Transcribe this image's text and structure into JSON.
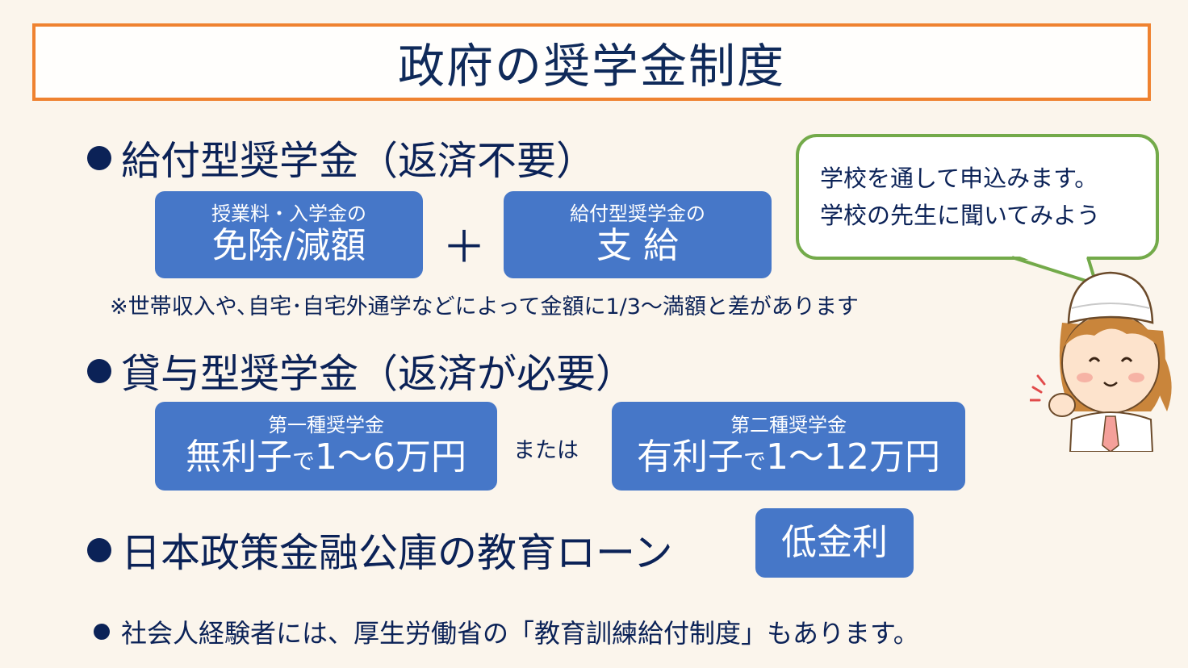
{
  "title": "政府の奨学金制度",
  "sections": {
    "grant": {
      "heading": "給付型奨学金（返済不要）",
      "box1": {
        "sub": "授業料・入学金の",
        "main": "免除/減額"
      },
      "plus": "＋",
      "box2": {
        "sub": "給付型奨学金の",
        "main": "支 給"
      },
      "note": "※世帯収入や､自宅･自宅外通学などによって金額に1/3～満額と差があります"
    },
    "loan": {
      "heading": "貸与型奨学金（返済が必要）",
      "box1": {
        "sub": "第一種奨学金",
        "main_prefix": "無利子",
        "main_small": "で",
        "main_suffix": "1～6万円"
      },
      "or": "または",
      "box2": {
        "sub": "第二種奨学金",
        "main_prefix": "有利子",
        "main_small": "で",
        "main_suffix": "1～12万円"
      }
    },
    "jfc": {
      "heading": "日本政策金融公庫の教育ローン",
      "badge": "低金利"
    }
  },
  "footer": "社会人経験者には、厚生労働省の「教育訓練給付制度」もあります。",
  "bubble": {
    "line1": "学校を通して申込みます。",
    "line2": "学校の先生に聞いてみよう"
  },
  "colors": {
    "accent_orange": "#ef8230",
    "box_blue": "#4677c8",
    "text_navy": "#0b2257",
    "bubble_green": "#73aa4a",
    "background": "#fbf5ec"
  },
  "illustration": "nurse-character-pointing"
}
